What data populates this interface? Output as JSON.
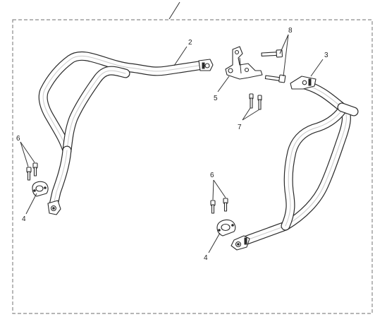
{
  "callouts": {
    "c2": "2",
    "c3": "3",
    "c4a": "4",
    "c4b": "4",
    "c5": "5",
    "c6a": "6",
    "c6b": "6",
    "c7": "7",
    "c8": "8"
  },
  "colors": {
    "line": "#2a2a2a",
    "frame": "#8a8a8a",
    "background": "#ffffff"
  }
}
